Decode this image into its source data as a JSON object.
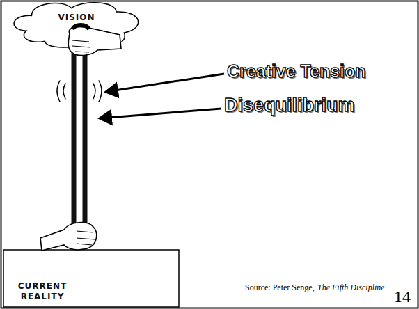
{
  "diagram": {
    "nodes": [
      {
        "text": [
          "VISION"
        ]
      },
      {
        "text": [
          "CURRENT REALITY"
        ]
      }
    ],
    "edges": [
      {
        "from": 0,
        "to": 1,
        "arrow": "none"
      }
    ],
    "labels": [
      "Creative Tension",
      "Disequilibrium",
      "Source:  Peter Senge,",
      "The Fifth Discipline",
      "14"
    ]
  }
}
